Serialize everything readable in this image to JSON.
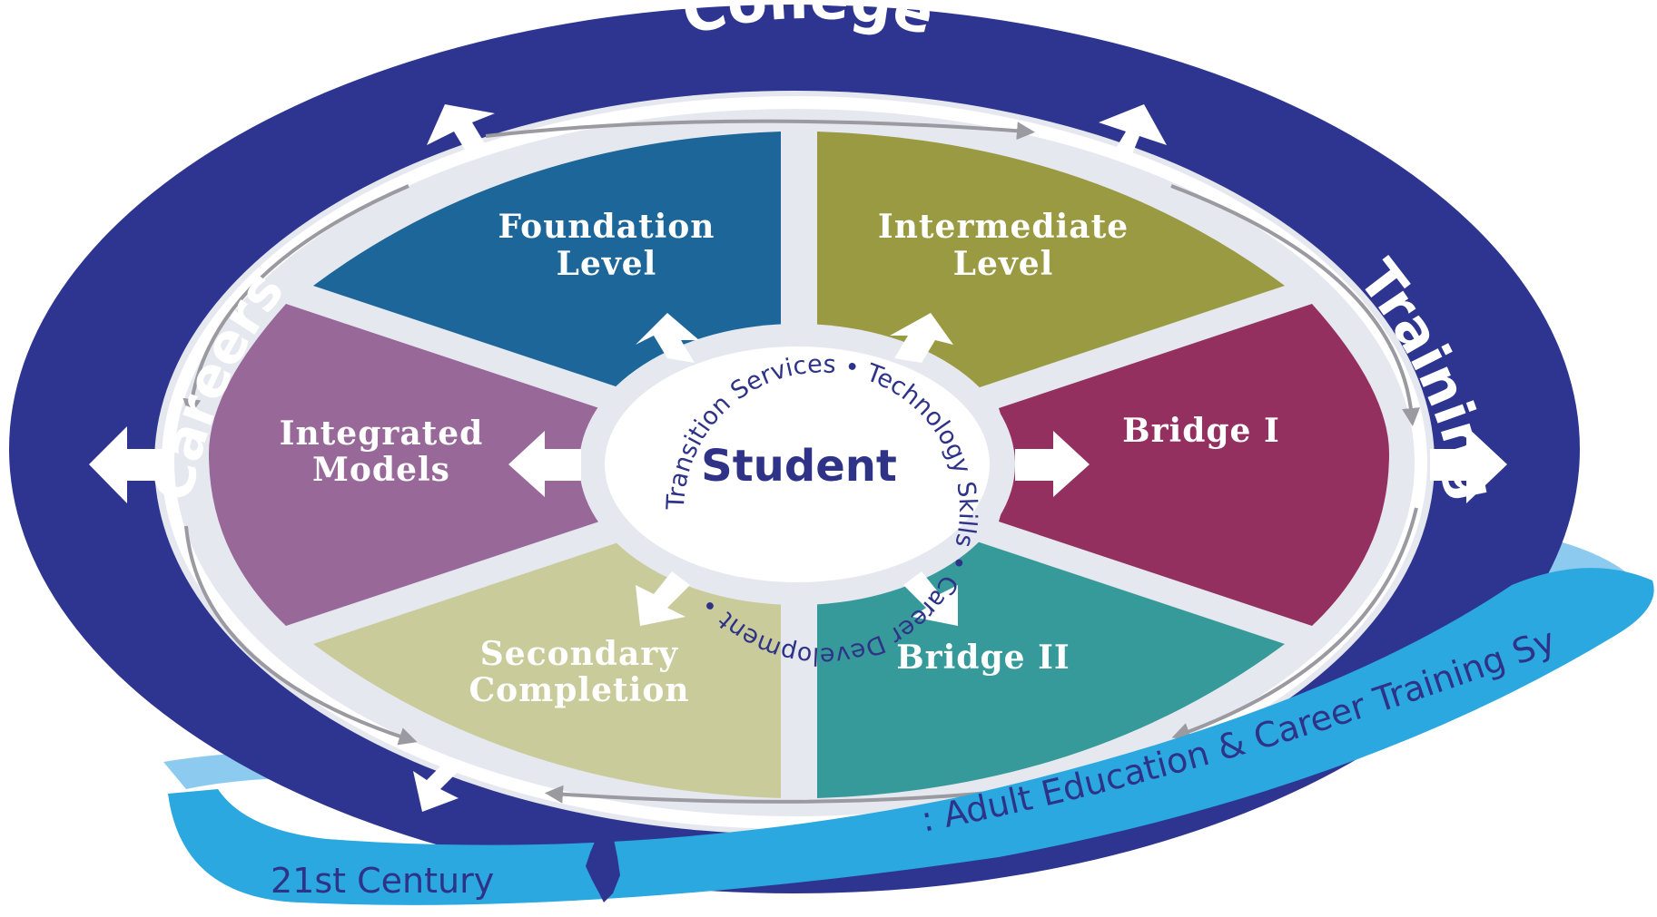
{
  "ring": {
    "top": "College",
    "left": "Careers",
    "right": "Training"
  },
  "segments": {
    "foundation": [
      "Foundation",
      "Level"
    ],
    "intermediate": [
      "Intermediate",
      "Level"
    ],
    "bridge1": [
      "Bridge I"
    ],
    "bridge2": [
      "Bridge II"
    ],
    "secondary": [
      "Secondary",
      "Completion"
    ],
    "integrated": [
      "Integrated",
      "Models"
    ]
  },
  "center": {
    "title": "Student",
    "services": "Transition Services • Technology Skills • Career Development •"
  },
  "band": {
    "prefix": "21st Century",
    "suffix": ": Adult Education & Career Training System",
    "icon": "illinois-state-icon"
  },
  "colors": {
    "ring": "#2e3590",
    "foundation": "#1c6699",
    "intermediate": "#9a9a42",
    "bridge1": "#93305f",
    "bridge2": "#379a9a",
    "secondary": "#c9cc9a",
    "integrated": "#976898",
    "band": "#2aa8df",
    "band_light": "#8ccaef",
    "wheel_bg": "#e6e8f0"
  }
}
